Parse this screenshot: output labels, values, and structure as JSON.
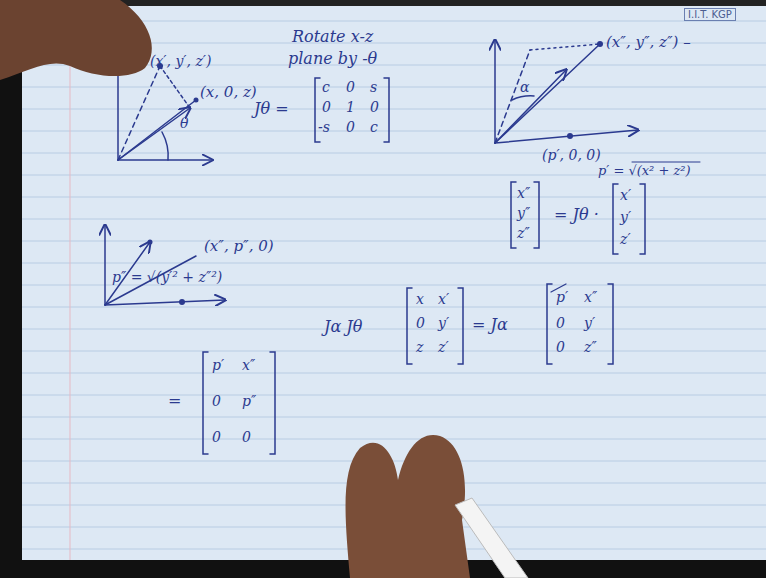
{
  "diagram": {
    "labels": [
      "I.I.T. KGP",
      "(x′, y′, z′)",
      "(x, 0, z)",
      "θ",
      "Rotate x-z",
      "plane by -θ",
      "Jθ =",
      "c",
      "0",
      "s",
      "0",
      "1",
      "0",
      "-s",
      "0",
      "c",
      "(x″, y″, z″) –",
      "α",
      "(p′, 0, 0)",
      "p′ = √(x² + z²)",
      "(x″, p″, 0)",
      "p″ = √(y′² + z″²)",
      "x″",
      "y″",
      "z″",
      "= Jθ ·",
      "x′",
      "y′",
      "z′",
      "Jα Jθ",
      "x",
      "0",
      "z",
      "x′",
      "y′",
      "z′",
      "= Jα",
      "p′",
      "0",
      "0",
      "x″",
      "y′",
      "z″",
      "=",
      "p′",
      "0",
      "0",
      "x″",
      "p″",
      "0"
    ]
  }
}
